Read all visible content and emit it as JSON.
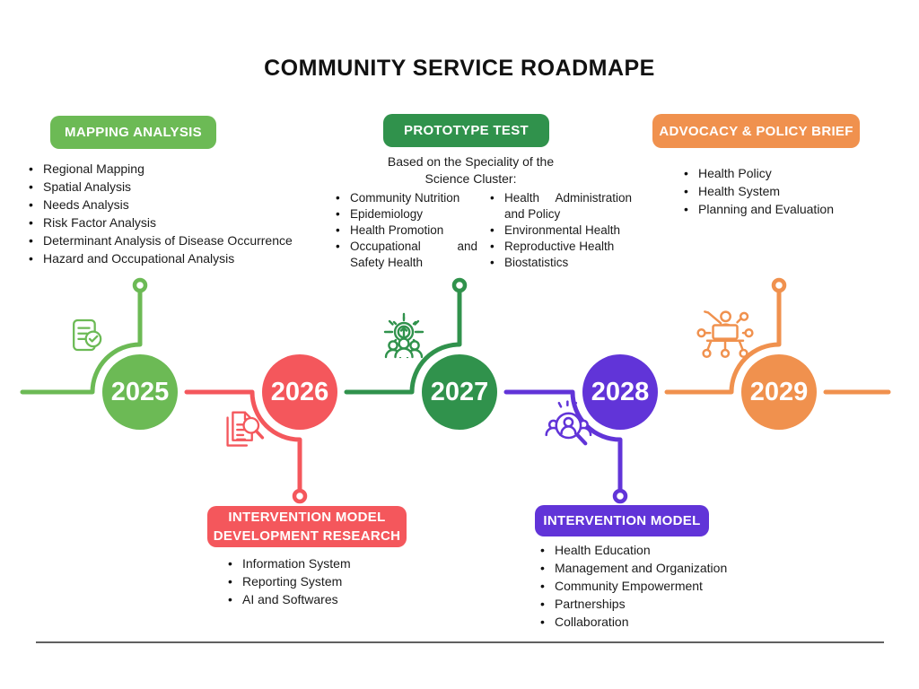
{
  "title": "COMMUNITY SERVICE ROADMAPE",
  "sections": {
    "mapping": {
      "label": "MAPPING ANALYSIS",
      "color": "#6cba55",
      "items": [
        "Regional Mapping",
        "Spatial Analysis",
        "Needs Analysis",
        "Risk Factor Analysis",
        "Determinant Analysis of Disease Occurrence",
        "Hazard and Occupational Analysis"
      ]
    },
    "prototype": {
      "label": "PROTOTYPE TEST",
      "color": "#30924c",
      "subtitle_line1": "Based on the Speciality of the",
      "subtitle_line2": "Science Cluster:",
      "items_left": [
        "Community Nutrition",
        "Epidemiology",
        "Health Promotion",
        "Occupational and Safety Health"
      ],
      "items_right": [
        "Health  Administration and Policy",
        "Environmental Health",
        "Reproductive Health",
        "Biostatistics"
      ]
    },
    "advocacy": {
      "label": "ADVOCACY & POLICY BRIEF",
      "color": "#f0914e",
      "items": [
        "Health Policy",
        "Health System",
        "Planning and Evaluation"
      ]
    },
    "development": {
      "label_line1": "INTERVENTION MODEL",
      "label_line2": "DEVELOPMENT RESEARCH",
      "color": "#f4575c",
      "items": [
        "Information System",
        "Reporting System",
        "AI and Softwares"
      ]
    },
    "intervention": {
      "label": "INTERVENTION MODEL",
      "color": "#6134d8",
      "items": [
        "Health Education",
        "Management and Organization",
        "Community Empowerment",
        "Partnerships",
        "Collaboration"
      ]
    }
  },
  "timeline": {
    "milestones": [
      {
        "year": "2025",
        "color": "#6cba55",
        "icon": "clipboard-check-icon",
        "section": "mapping"
      },
      {
        "year": "2026",
        "color": "#f4575c",
        "icon": "document-search-icon",
        "section": "development"
      },
      {
        "year": "2027",
        "color": "#30924c",
        "icon": "team-innovation-icon",
        "section": "prototype"
      },
      {
        "year": "2028",
        "color": "#6134d8",
        "icon": "audience-search-icon",
        "section": "intervention"
      },
      {
        "year": "2029",
        "color": "#f0914e",
        "icon": "network-presentation-icon",
        "section": "advocacy"
      }
    ]
  }
}
